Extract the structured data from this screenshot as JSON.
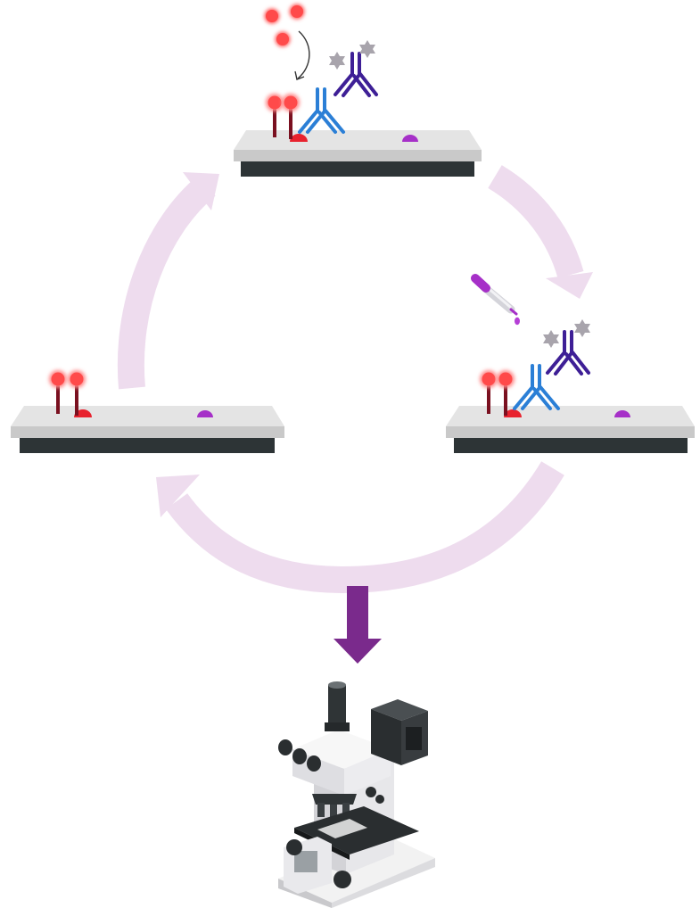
{
  "diagram": {
    "kind": "cyclic-staining-workflow",
    "cycle_steps": [
      {
        "name": "slide-top",
        "probes": 2,
        "antibodies": [
          "primary",
          "secondary"
        ],
        "fluorophore_inflow": true,
        "dropper": false
      },
      {
        "name": "slide-right",
        "probes": 2,
        "antibodies": [
          "primary",
          "secondary"
        ],
        "fluorophore_inflow": false,
        "dropper": true
      },
      {
        "name": "slide-left",
        "probes": 2,
        "antibodies": [],
        "fluorophore_inflow": false,
        "dropper": false
      }
    ],
    "cycle_direction": "clockwise",
    "output": "microscope-icon",
    "colors": {
      "cycle_arrow": "#eedcee",
      "output_arrow": "#7a2a8c",
      "probe_glow": "#ff4a4a",
      "probe_stem": "#7a1020",
      "target_red": "#e8222e",
      "target_purple": "#a630c8",
      "primary_antibody": "#2b7fd6",
      "secondary_antibody": "#3e1f96",
      "fluor_tag": "#a8a4ac",
      "slide_top": "#e4e4e4",
      "slide_edge": "#c9c9c9",
      "slide_base": "#2d3436"
    }
  }
}
